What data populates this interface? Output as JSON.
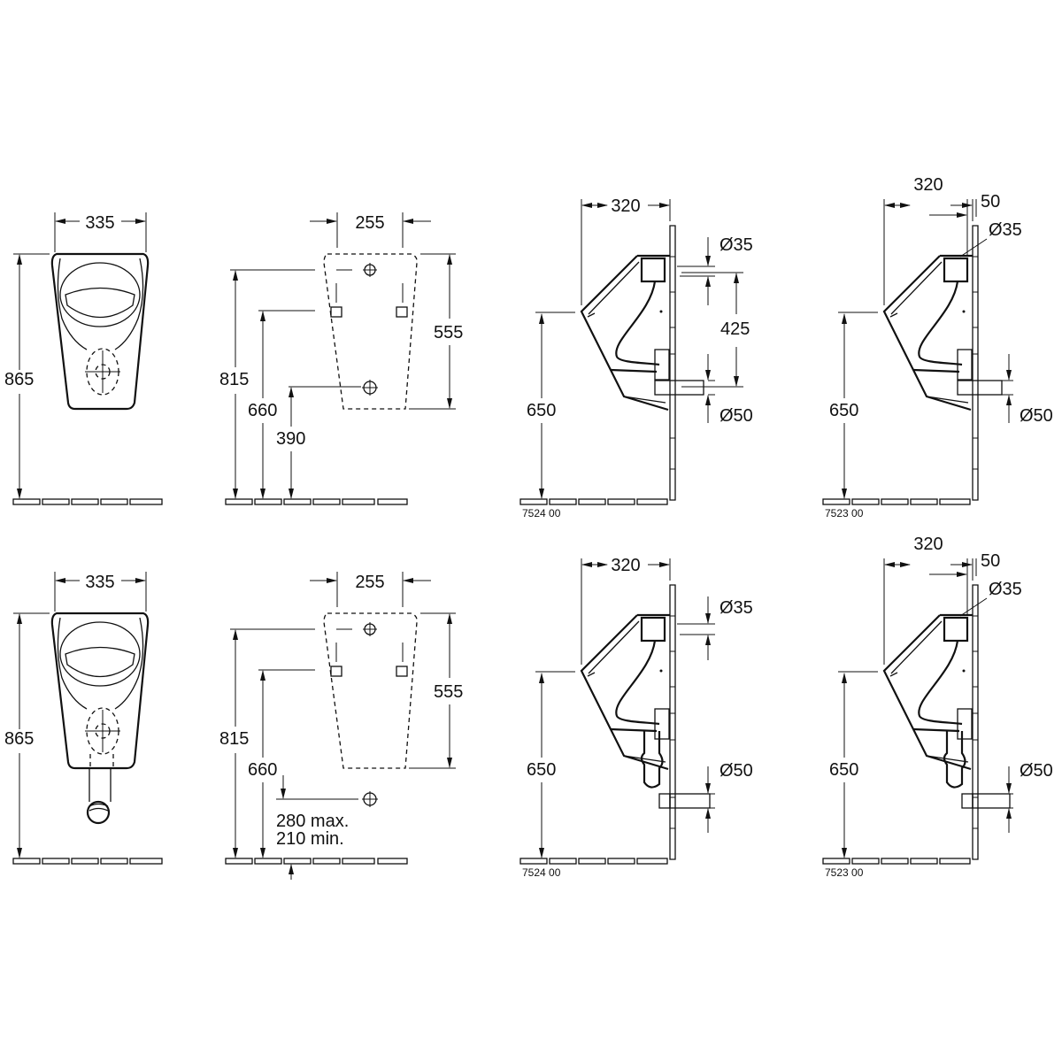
{
  "row1": {
    "front_view": {
      "width": "335",
      "height": "865"
    },
    "wall_view": {
      "width": "255",
      "height": "555",
      "outlet_height": "815",
      "fixing_height": "660",
      "drain_height": "390"
    },
    "side_view_a": {
      "depth": "320",
      "inlet_diameter": "Ø35",
      "inlet_drain_spacing": "425",
      "outlet_diameter": "Ø50",
      "rim_height": "650",
      "model": "7524 00"
    },
    "side_view_b": {
      "depth": "320",
      "inlet_offset": "50",
      "inlet_diameter": "Ø35",
      "outlet_diameter": "Ø50",
      "rim_height": "650",
      "model": "7523 00"
    }
  },
  "row2": {
    "front_view": {
      "width": "335",
      "height": "865"
    },
    "wall_view": {
      "width": "255",
      "height": "555",
      "outlet_height": "815",
      "fixing_height": "660",
      "drain_max": "280 max.",
      "drain_min": "210 min."
    },
    "side_view_a": {
      "depth": "320",
      "inlet_diameter": "Ø35",
      "outlet_diameter": "Ø50",
      "rim_height": "650",
      "model": "7524 00"
    },
    "side_view_b": {
      "depth": "320",
      "inlet_offset": "50",
      "inlet_diameter": "Ø35",
      "outlet_diameter": "Ø50",
      "rim_height": "650",
      "model": "7523 00"
    }
  }
}
